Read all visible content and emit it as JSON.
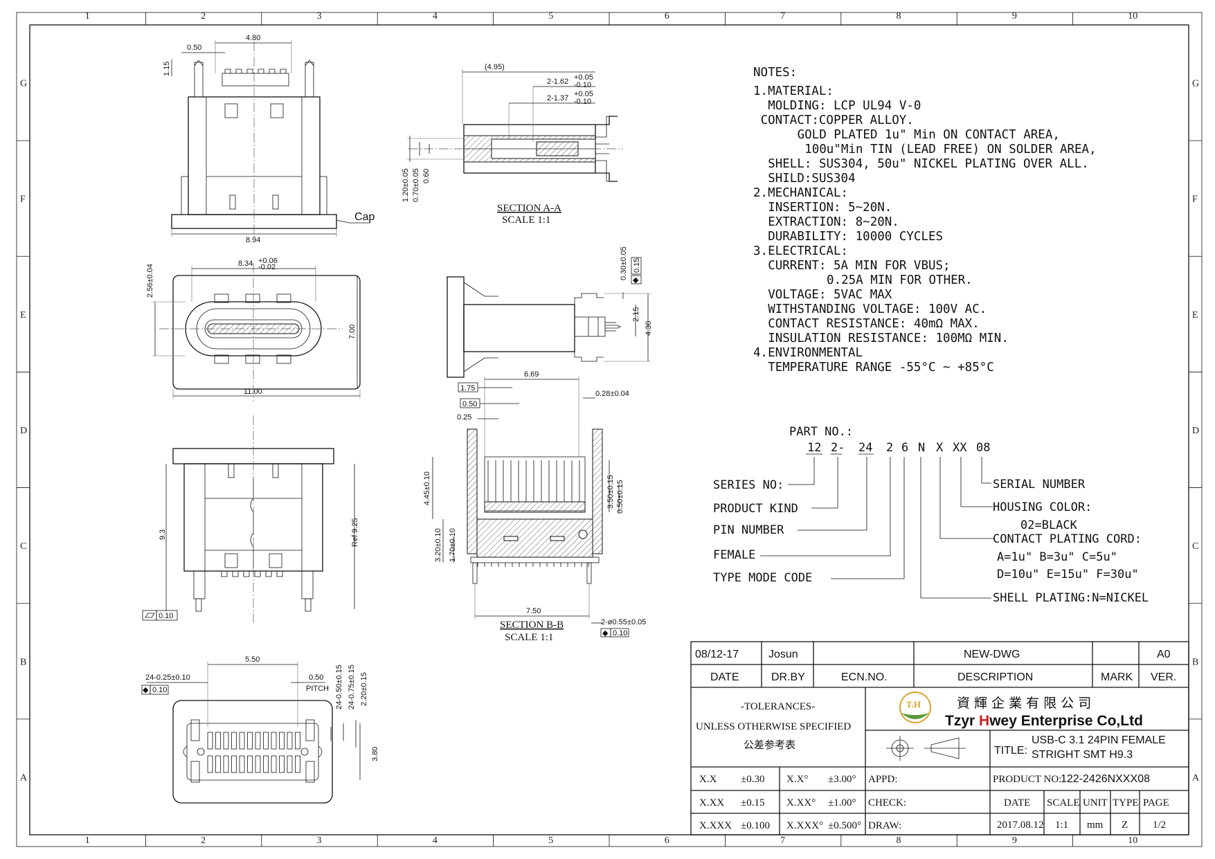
{
  "zones": {
    "columns": [
      "1",
      "2",
      "3",
      "4",
      "5",
      "6",
      "7",
      "8",
      "9",
      "10"
    ],
    "rows": [
      "G",
      "F",
      "E",
      "D",
      "C",
      "B",
      "A"
    ]
  },
  "views": {
    "top_view": {
      "dims": [
        "0.50",
        "4.80",
        "1.15",
        "8.94"
      ],
      "cap_label": "Cap"
    },
    "section_a": {
      "dims": [
        "(4.95)",
        "2-1.62",
        "+0.05",
        "-0.10",
        "2-1.37",
        "+0.05",
        "-0.10",
        "1.20±0.05",
        "0.70±0.05",
        "0.60"
      ],
      "title": "SECTION A-A",
      "scale": "SCALE 1:1"
    },
    "front_view": {
      "dims": [
        "8.34",
        "+0.06",
        "-0.02",
        "2.56±0.04",
        "7.00",
        "11.00"
      ]
    },
    "side_view": {
      "dims": [
        "0.30±0.05",
        "0.15",
        "2.15",
        "4.30"
      ]
    },
    "bottom_view": {
      "dims": [
        "9.3",
        "Ref 9.25",
        "0.10"
      ]
    },
    "section_b": {
      "dims": [
        "6.69",
        "1.75",
        "0.50",
        "0.25",
        "0.28±0.04",
        "4.45±0.10",
        "3.50±0.15",
        "0.50±0.15",
        "3.20±0.10",
        "1.70±0.10",
        "7.50",
        "2-ø0.55±0.05",
        "0.10"
      ],
      "title": "SECTION B-B",
      "scale": "SCALE 1:1"
    },
    "footprint_view": {
      "dims": [
        "5.50",
        "24-0.25±0.10",
        "0.10",
        "0.50",
        "PITCH",
        "24-0.50±0.15",
        "24-0.75±0.15",
        "2.20±0.15",
        "3.80"
      ]
    }
  },
  "notes": {
    "heading": "NOTES:",
    "lines": [
      "1.MATERIAL:",
      "  MOLDING: LCP UL94 V-0",
      " CONTACT:COPPER ALLOY.",
      "      GOLD PLATED 1u\" Min ON CONTACT AREA,",
      "       100u\"Min TIN (LEAD FREE) ON SOLDER AREA,",
      "  SHELL: SUS304, 50u\" NICKEL PLATING OVER ALL.",
      "  SHILD:SUS304",
      "2.MECHANICAL:",
      "  INSERTION: 5~20N.",
      "  EXTRACTION: 8~20N.",
      "  DURABILITY: 10000 CYCLES",
      "3.ELECTRICAL:",
      "  CURRENT: 5A MIN FOR VBUS;",
      "          0.25A MIN FOR OTHER.",
      "  VOLTAGE: 5VAC MAX",
      "  WITHSTANDING VOLTAGE: 100V AC.",
      "  CONTACT RESISTANCE: 40mΩ MAX.",
      "  INSULATION RESISTANCE: 100MΩ MIN.",
      "4.ENVIRONMENTAL",
      "  TEMPERATURE RANGE -55°C ~ +85°C"
    ]
  },
  "part_no": {
    "heading": "PART NO.:",
    "code_parts": [
      "12",
      "2-",
      "24",
      "2",
      "6",
      "N",
      "X",
      "XX",
      "08"
    ],
    "left_labels": [
      "SERIES NO:",
      "PRODUCT KIND",
      "PIN NUMBER",
      "FEMALE",
      "TYPE MODE CODE"
    ],
    "right_labels": [
      "SERIAL NUMBER",
      "HOUSING COLOR:",
      "02=BLACK",
      "CONTACT PLATING CORD:",
      "A=1u\"  B=3u\"  C=5u\"",
      "D=10u\" E=15u\" F=30u\"",
      "SHELL PLATING:N=NICKEL"
    ]
  },
  "title_block": {
    "rev_row": {
      "date": "08/12-17",
      "drawn_by": "Josun",
      "description": "NEW-DWG",
      "version": "A0"
    },
    "rev_headers": {
      "date": "DATE",
      "dr_by": "DR.BY",
      "ecn": "ECN.NO.",
      "description": "DESCRIPTION",
      "mark": "MARK",
      "ver": "VER."
    },
    "tolerances": {
      "title": "-TOLERANCES-",
      "subtitle": "UNLESS OTHERWISE SPECIFIED",
      "chinese": "公差参考表"
    },
    "tol_rows": [
      {
        "lin": "X.X",
        "lin_val": "±0.30",
        "ang": "X.X°",
        "ang_val": "±3.00°"
      },
      {
        "lin": "X.XX",
        "lin_val": "±0.15",
        "ang": "X.XX°",
        "ang_val": "±1.00°"
      },
      {
        "lin": "X.XXX",
        "lin_val": "±0.100",
        "ang": "X.XXX°",
        "ang_val": "±0.500°"
      }
    ],
    "company": {
      "chinese": "資 輝 企 業 有 限 公 司",
      "english_prefix": "Tzyr ",
      "english_h": "H",
      "english_rest": "wey Enterprise Co,Ltd",
      "logo_text": "T.H"
    },
    "title_label": "TITLE:",
    "title_line1": "USB-C 3.1 24PIN FEMALE",
    "title_line2": "STRIGHT SMT H9.3",
    "approvals": {
      "appd": "APPD:",
      "check": "CHECK:",
      "draw": "DRAW:"
    },
    "product_no_label": "PRODUCT NO:",
    "product_no": "122-2426NXXX08",
    "info_headers": {
      "date": "DATE",
      "scale": "SCALE",
      "unit": "UNIT",
      "type": "TYPE",
      "page": "PAGE"
    },
    "info_values": {
      "date": "2017.08.12",
      "scale": "1:1",
      "unit": "mm",
      "type": "Z",
      "page": "1/2"
    },
    "colors": {
      "logo_gold": "#d9a431",
      "logo_green": "#5a9a3a",
      "brand_red": "#d01f1f"
    }
  }
}
